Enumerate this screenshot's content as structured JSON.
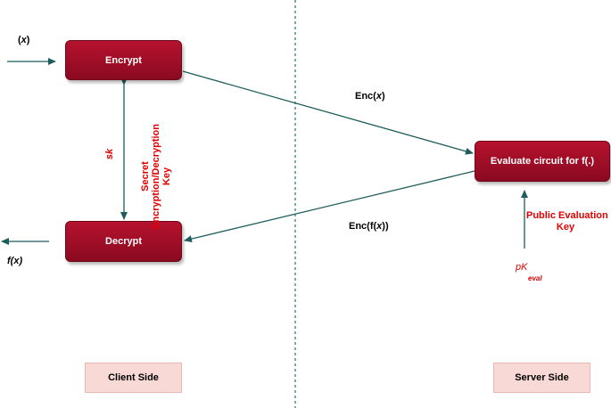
{
  "nodes": {
    "encrypt": "Encrypt",
    "decrypt": "Decrypt",
    "evaluate": "Evaluate circuit for f(.)"
  },
  "labels": {
    "input_prefix": "(",
    "input_var": "x",
    "input_suffix": ")",
    "output_f": "f(",
    "output_x": "x",
    "output_close": ")",
    "enc_x_pre": "Enc(",
    "enc_x_var": "x",
    "enc_x_post": ")",
    "enc_fx_pre": "Enc(f(",
    "enc_fx_var": "x",
    "enc_fx_post": "))",
    "sk": "sk",
    "secret_key_line1": "Secret",
    "secret_key_line2": "Encryption/Decryption",
    "secret_key_line3": "Key",
    "public_key_line1": "Public Evaluation",
    "public_key_line2": "Key",
    "pk_main": "pK",
    "pk_sub": "eval"
  },
  "sides": {
    "client": "Client Side",
    "server": "Server Side"
  },
  "colors": {
    "box": "#9c0d26",
    "arrow": "#1f5c5c",
    "divider": "#2a7070",
    "highlight_red": "#e00000",
    "side_fill": "#f9d9d6"
  }
}
